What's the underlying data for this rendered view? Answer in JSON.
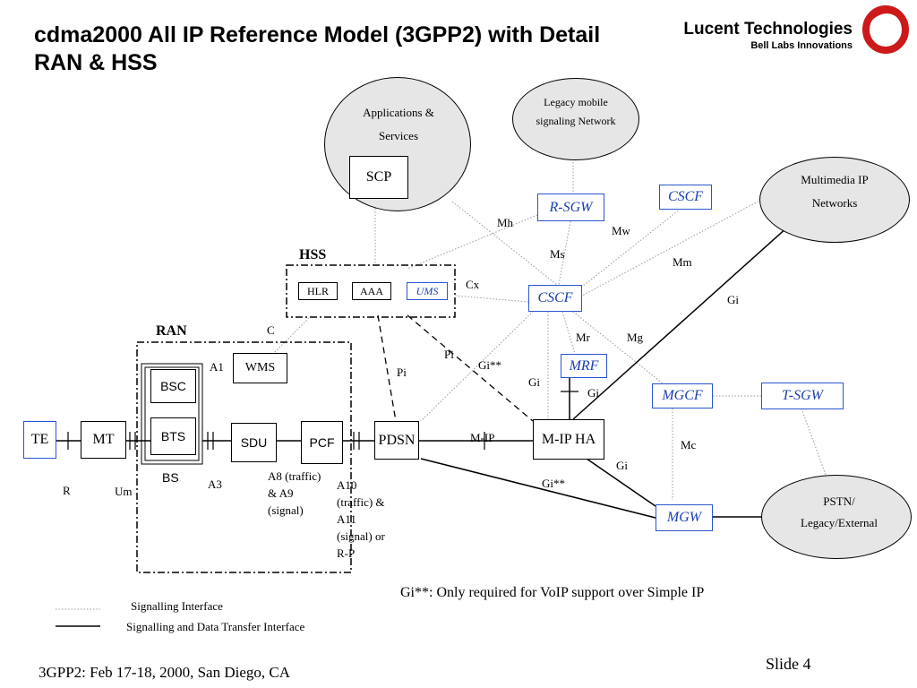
{
  "slide": {
    "title": "cdma2000 All IP Reference Model (3GPP2) with Detail RAN & HSS",
    "brand_name": "Lucent Technologies",
    "brand_tagline": "Bell Labs Innovations",
    "footer_left": "3GPP2: Feb 17-18, 2000, San Diego, CA",
    "footer_right": "Slide 4",
    "note": "Gi**: Only required for VoIP support over Simple IP",
    "brand_color": "#cc1a1a",
    "accent_color": "#2a55d0"
  },
  "clouds": {
    "apps": "Applications & Services",
    "legacy": "Legacy mobile signaling Network",
    "multimedia": "Multimedia IP Networks",
    "pstn": "PSTN/ Legacy/External"
  },
  "groups": {
    "hss": "HSS",
    "ran": "RAN",
    "bs": "BS"
  },
  "nodes": {
    "scp": "SCP",
    "hlr": "HLR",
    "aaa": "AAA",
    "ums": "UMS",
    "te": "TE",
    "mt": "MT",
    "bsc": "BSC",
    "bts": "BTS",
    "wms": "WMS",
    "sdu": "SDU",
    "pcf": "PCF",
    "pdsn": "PDSN",
    "mip_ha": "M-IP HA",
    "rsgw": "R-SGW",
    "cscf_top": "CSCF",
    "cscf_mid": "CSCF",
    "mrf": "MRF",
    "mgcf": "MGCF",
    "tsgw": "T-SGW",
    "mgw": "MGW"
  },
  "interfaces": {
    "mh": "Mh",
    "mw": "Mw",
    "ms": "Ms",
    "mm": "Mm",
    "cx": "Cx",
    "gi_right": "Gi",
    "c": "C",
    "pi_left": "Pi",
    "pi_right": "Pi",
    "gi2star_top": "Gi**",
    "gi_mid": "Gi",
    "mr": "Mr",
    "mg": "Mg",
    "gi_mrf": "Gi",
    "a1": "A1",
    "mip": "M-IP",
    "mc": "Mc",
    "gi_low": "Gi",
    "gi2star_low": "Gi**",
    "r": "R",
    "um": "Um",
    "a3": "A3",
    "a8": "A8 (traffic) & A9 (signal)",
    "a10": "A10 (traffic) & A11 (signal) or R-P"
  },
  "legend": {
    "dotted": "Signalling Interface",
    "solid": "Signalling and Data Transfer Interface"
  }
}
